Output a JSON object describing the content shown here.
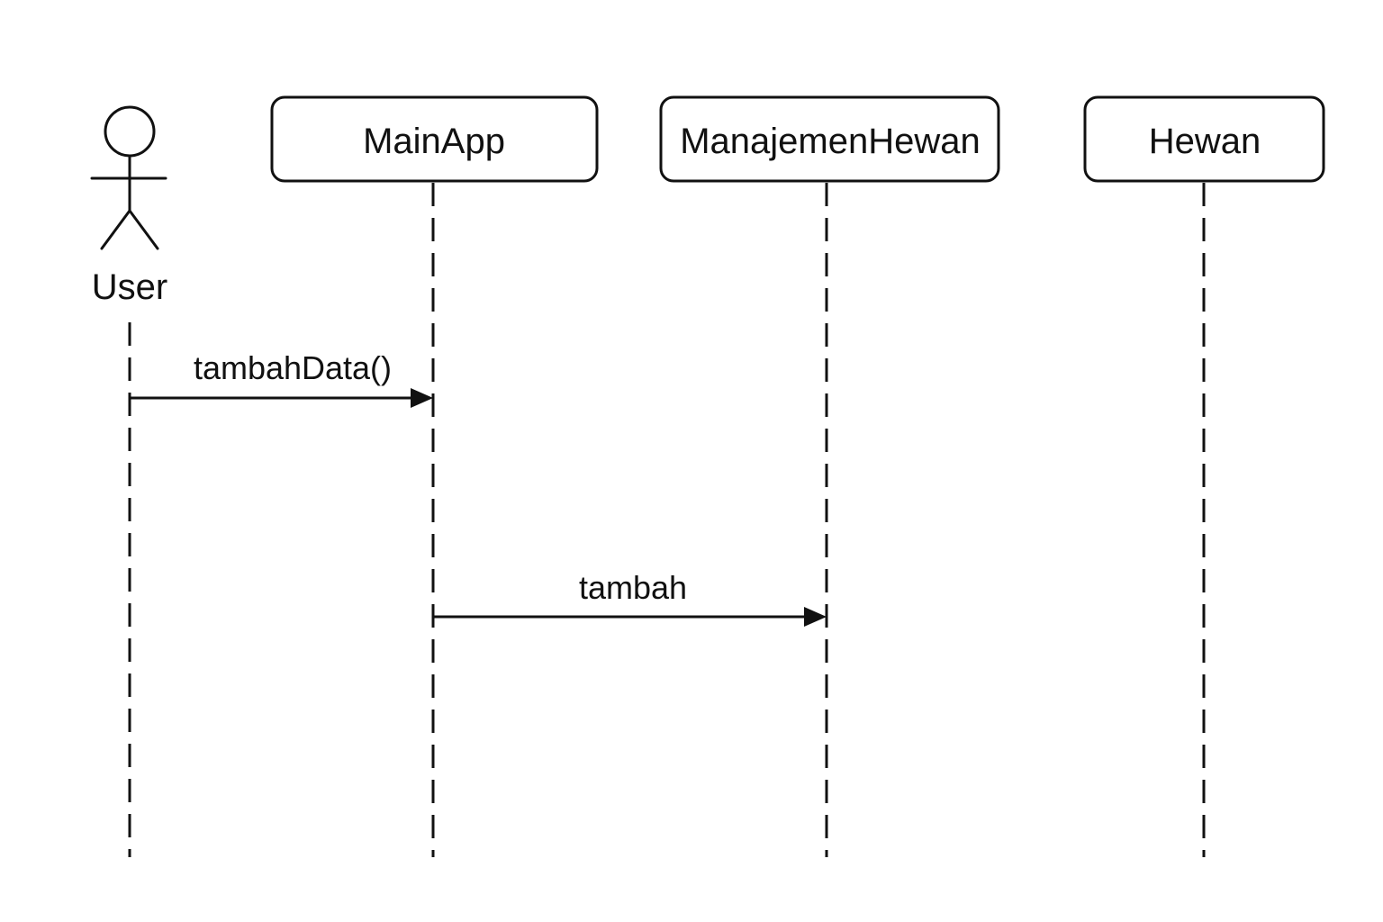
{
  "diagram": {
    "type": "sequence",
    "actor": {
      "label": "User"
    },
    "participants": [
      {
        "label": "MainApp"
      },
      {
        "label": "ManajemenHewan"
      },
      {
        "label": "Hewan"
      }
    ],
    "messages": [
      {
        "from": "User",
        "to": "MainApp",
        "label": "tambahData()"
      },
      {
        "from": "MainApp",
        "to": "ManajemenHewan",
        "label": "tambah"
      }
    ]
  },
  "colors": {
    "stroke": "#111111",
    "background": "#ffffff"
  }
}
